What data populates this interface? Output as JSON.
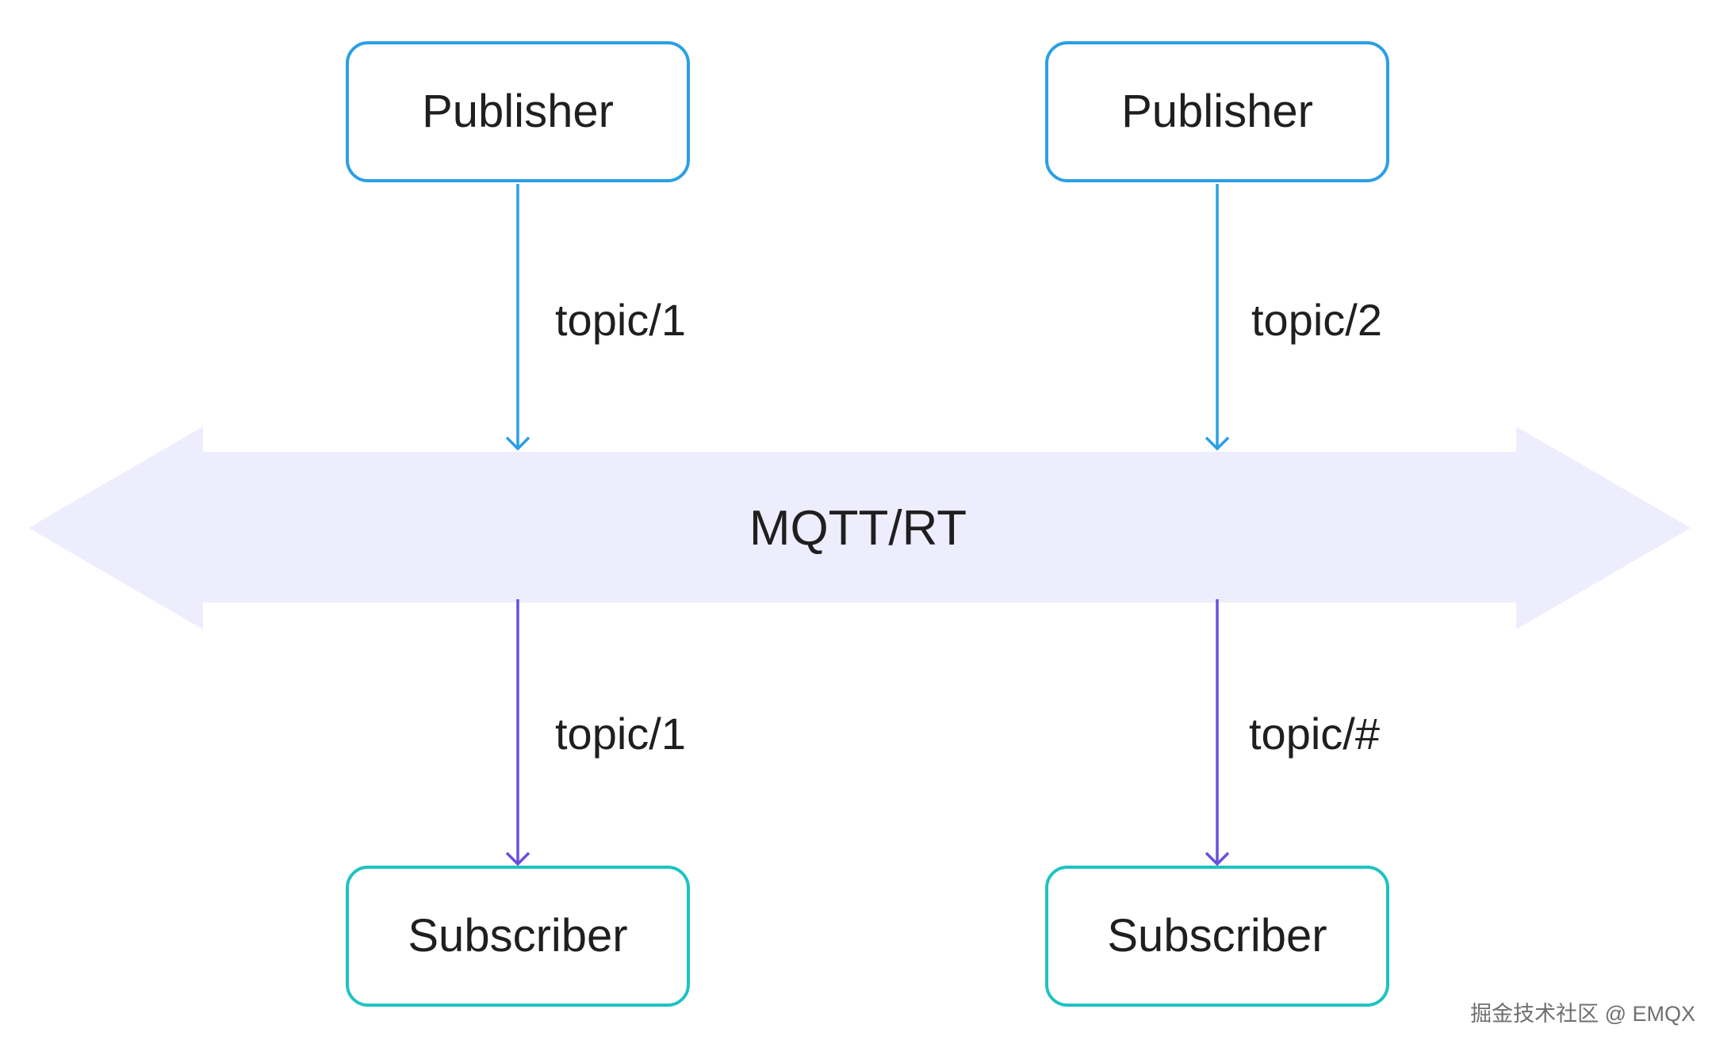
{
  "bus": {
    "label": "MQTT/RT",
    "fill_color": "#eeedfd"
  },
  "publishers": [
    {
      "label": "Publisher",
      "topic": "topic/1"
    },
    {
      "label": "Publisher",
      "topic": "topic/2"
    }
  ],
  "subscribers": [
    {
      "label": "Subscriber",
      "topic": "topic/1"
    },
    {
      "label": "Subscriber",
      "topic": "topic/#"
    }
  ],
  "colors": {
    "publisher_border": "#2b9fe5",
    "publish_arrow": "#2b9fe5",
    "subscriber_border": "#1fc2c2",
    "subscribe_arrow": "#6a4fdc",
    "text": "#1f1f1f"
  },
  "watermark": "掘金技术社区 @ EMQX"
}
